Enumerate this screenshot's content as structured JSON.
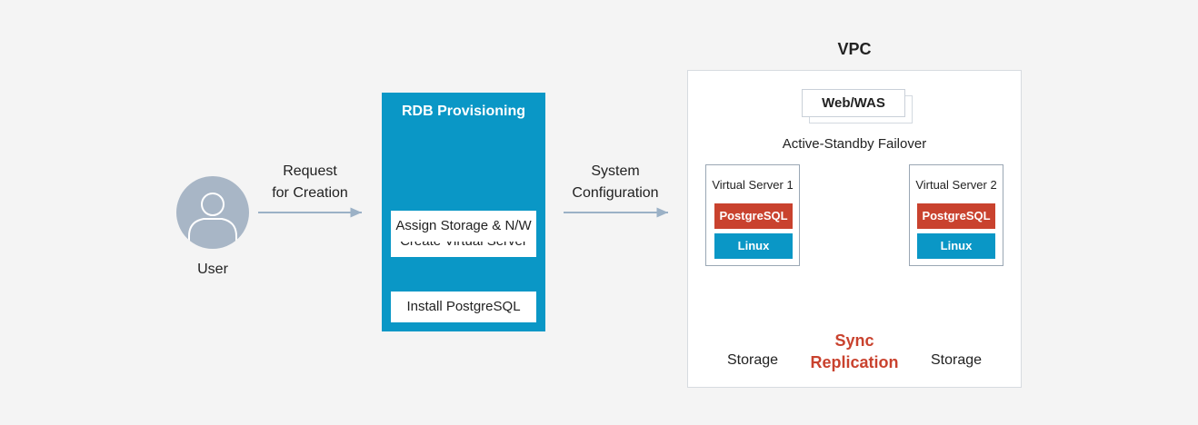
{
  "user": {
    "label": "User",
    "icon": "user-icon"
  },
  "request_label": [
    "Request",
    "for Creation"
  ],
  "provisioning": {
    "title": "RDB Provisioning",
    "steps": [
      "Create Virtual Server",
      "Assign Storage & N/W",
      "Install PostgreSQL"
    ]
  },
  "system_label": [
    "System",
    "Configuration"
  ],
  "vpc": {
    "title": "VPC",
    "web": "Web/WAS",
    "failover": "Active-Standby Failover",
    "servers": [
      {
        "title": "Virtual Server 1",
        "db": "PostgreSQL",
        "os": "Linux"
      },
      {
        "title": "Virtual Server 2",
        "db": "PostgreSQL",
        "os": "Linux"
      }
    ],
    "storage": [
      "Storage",
      "Storage"
    ],
    "sync": [
      "Sync",
      "Replication"
    ]
  },
  "colors": {
    "panel_blue": "#0a97c6",
    "postgres_red": "#c9422e",
    "arrow_gray": "#9bb1c6",
    "avatar": "#a8b6c6"
  }
}
